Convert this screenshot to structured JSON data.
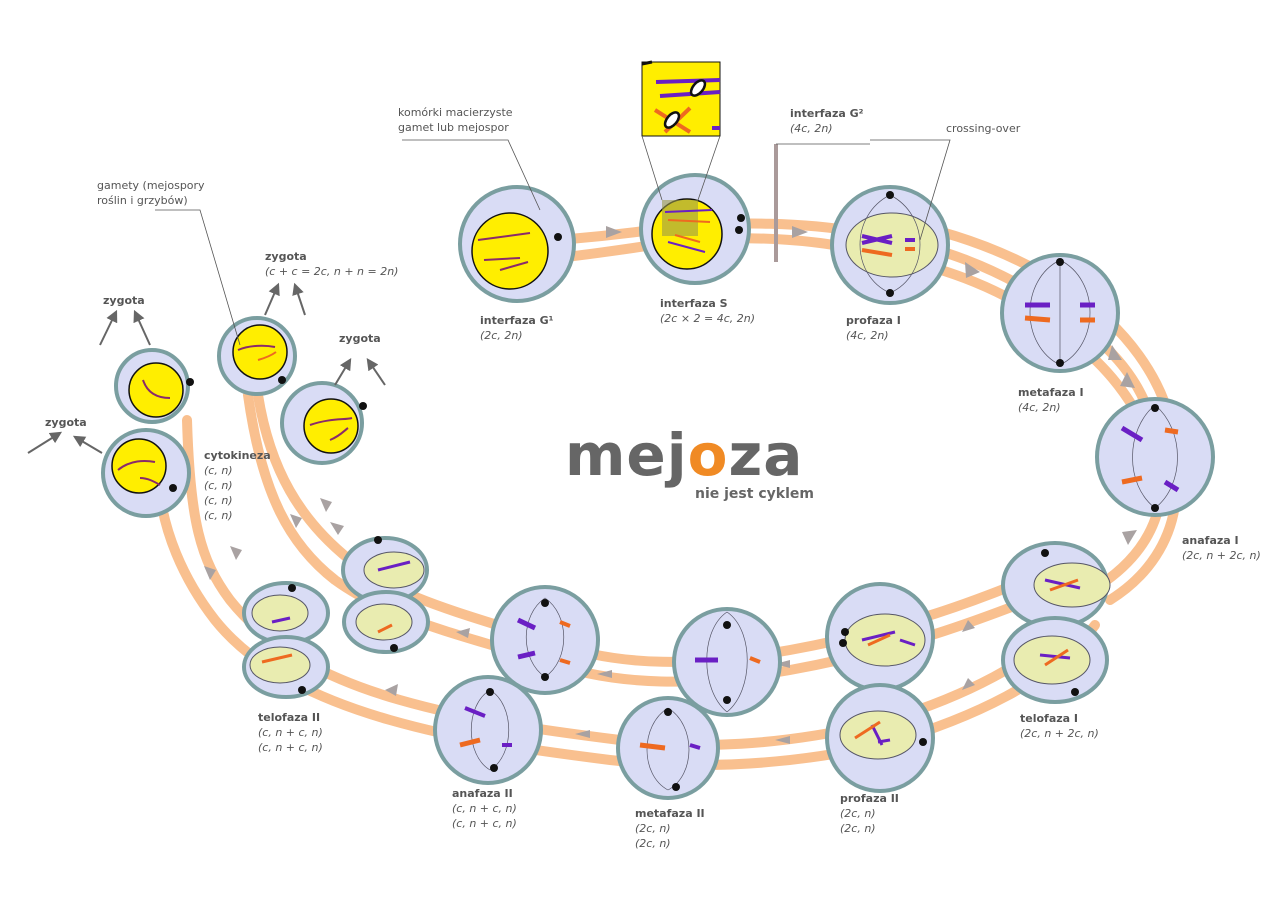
{
  "title_prefix": "mej",
  "title_o": "o",
  "title_suffix": "za",
  "subtitle": "nie jest cyklem",
  "annotations": {
    "stem_cells": [
      "komórki macierzyste",
      "gamet lub mejospor"
    ],
    "gametes": [
      "gamety (mejospory",
      "roślin i grzybów)"
    ],
    "crossing_over": "crossing-over"
  },
  "stages": {
    "g1": {
      "name": "interfaza G¹",
      "formula": [
        "(2c, 2n)"
      ]
    },
    "s": {
      "name": "interfaza S",
      "formula": [
        "(2c × 2 = 4c, 2n)"
      ]
    },
    "g2": {
      "name": "interfaza G²",
      "formula": [
        "(4c, 2n)"
      ]
    },
    "prophase1": {
      "name": "profaza I",
      "formula": [
        "(4c, 2n)"
      ]
    },
    "metaphase1": {
      "name": "metafaza I",
      "formula": [
        "(4c, 2n)"
      ]
    },
    "anaphase1": {
      "name": "anafaza I",
      "formula": [
        "(2c, n + 2c, n)"
      ]
    },
    "telophase1": {
      "name": "telofaza I",
      "formula": [
        "(2c, n + 2c, n)"
      ]
    },
    "prophase2": {
      "name": "profaza II",
      "formula": [
        "(2c, n)",
        "(2c, n)"
      ]
    },
    "metaphase2": {
      "name": "metafaza II",
      "formula": [
        "(2c, n)",
        "(2c, n)"
      ]
    },
    "anaphase2": {
      "name": "anafaza II",
      "formula": [
        "(c, n + c, n)",
        "(c, n + c, n)"
      ]
    },
    "telophase2": {
      "name": "telofaza II",
      "formula": [
        "(c, n + c, n)",
        "(c, n + c, n)"
      ]
    },
    "cytokinesis": {
      "name": "cytokineza",
      "formula": [
        "(c, n)",
        "(c, n)",
        "(c, n)",
        "(c, n)"
      ]
    }
  },
  "zygotes": [
    {
      "name": "zygota",
      "formula": "(c + c = 2c, n + n = 2n)"
    },
    {
      "name": "zygota"
    },
    {
      "name": "zygota"
    },
    {
      "name": "zygota"
    }
  ],
  "colors": {
    "track": "#f9c08f",
    "cell_fill": "#d9dcf5",
    "cell_border": "#7a9ea0",
    "nucleus_yellow": "#ffee00",
    "nucleus_pale": "#e9ecb0",
    "chrom_purple": "#6a1fc4",
    "chrom_orange": "#ee6a20",
    "arrow": "#a9a2a2"
  }
}
